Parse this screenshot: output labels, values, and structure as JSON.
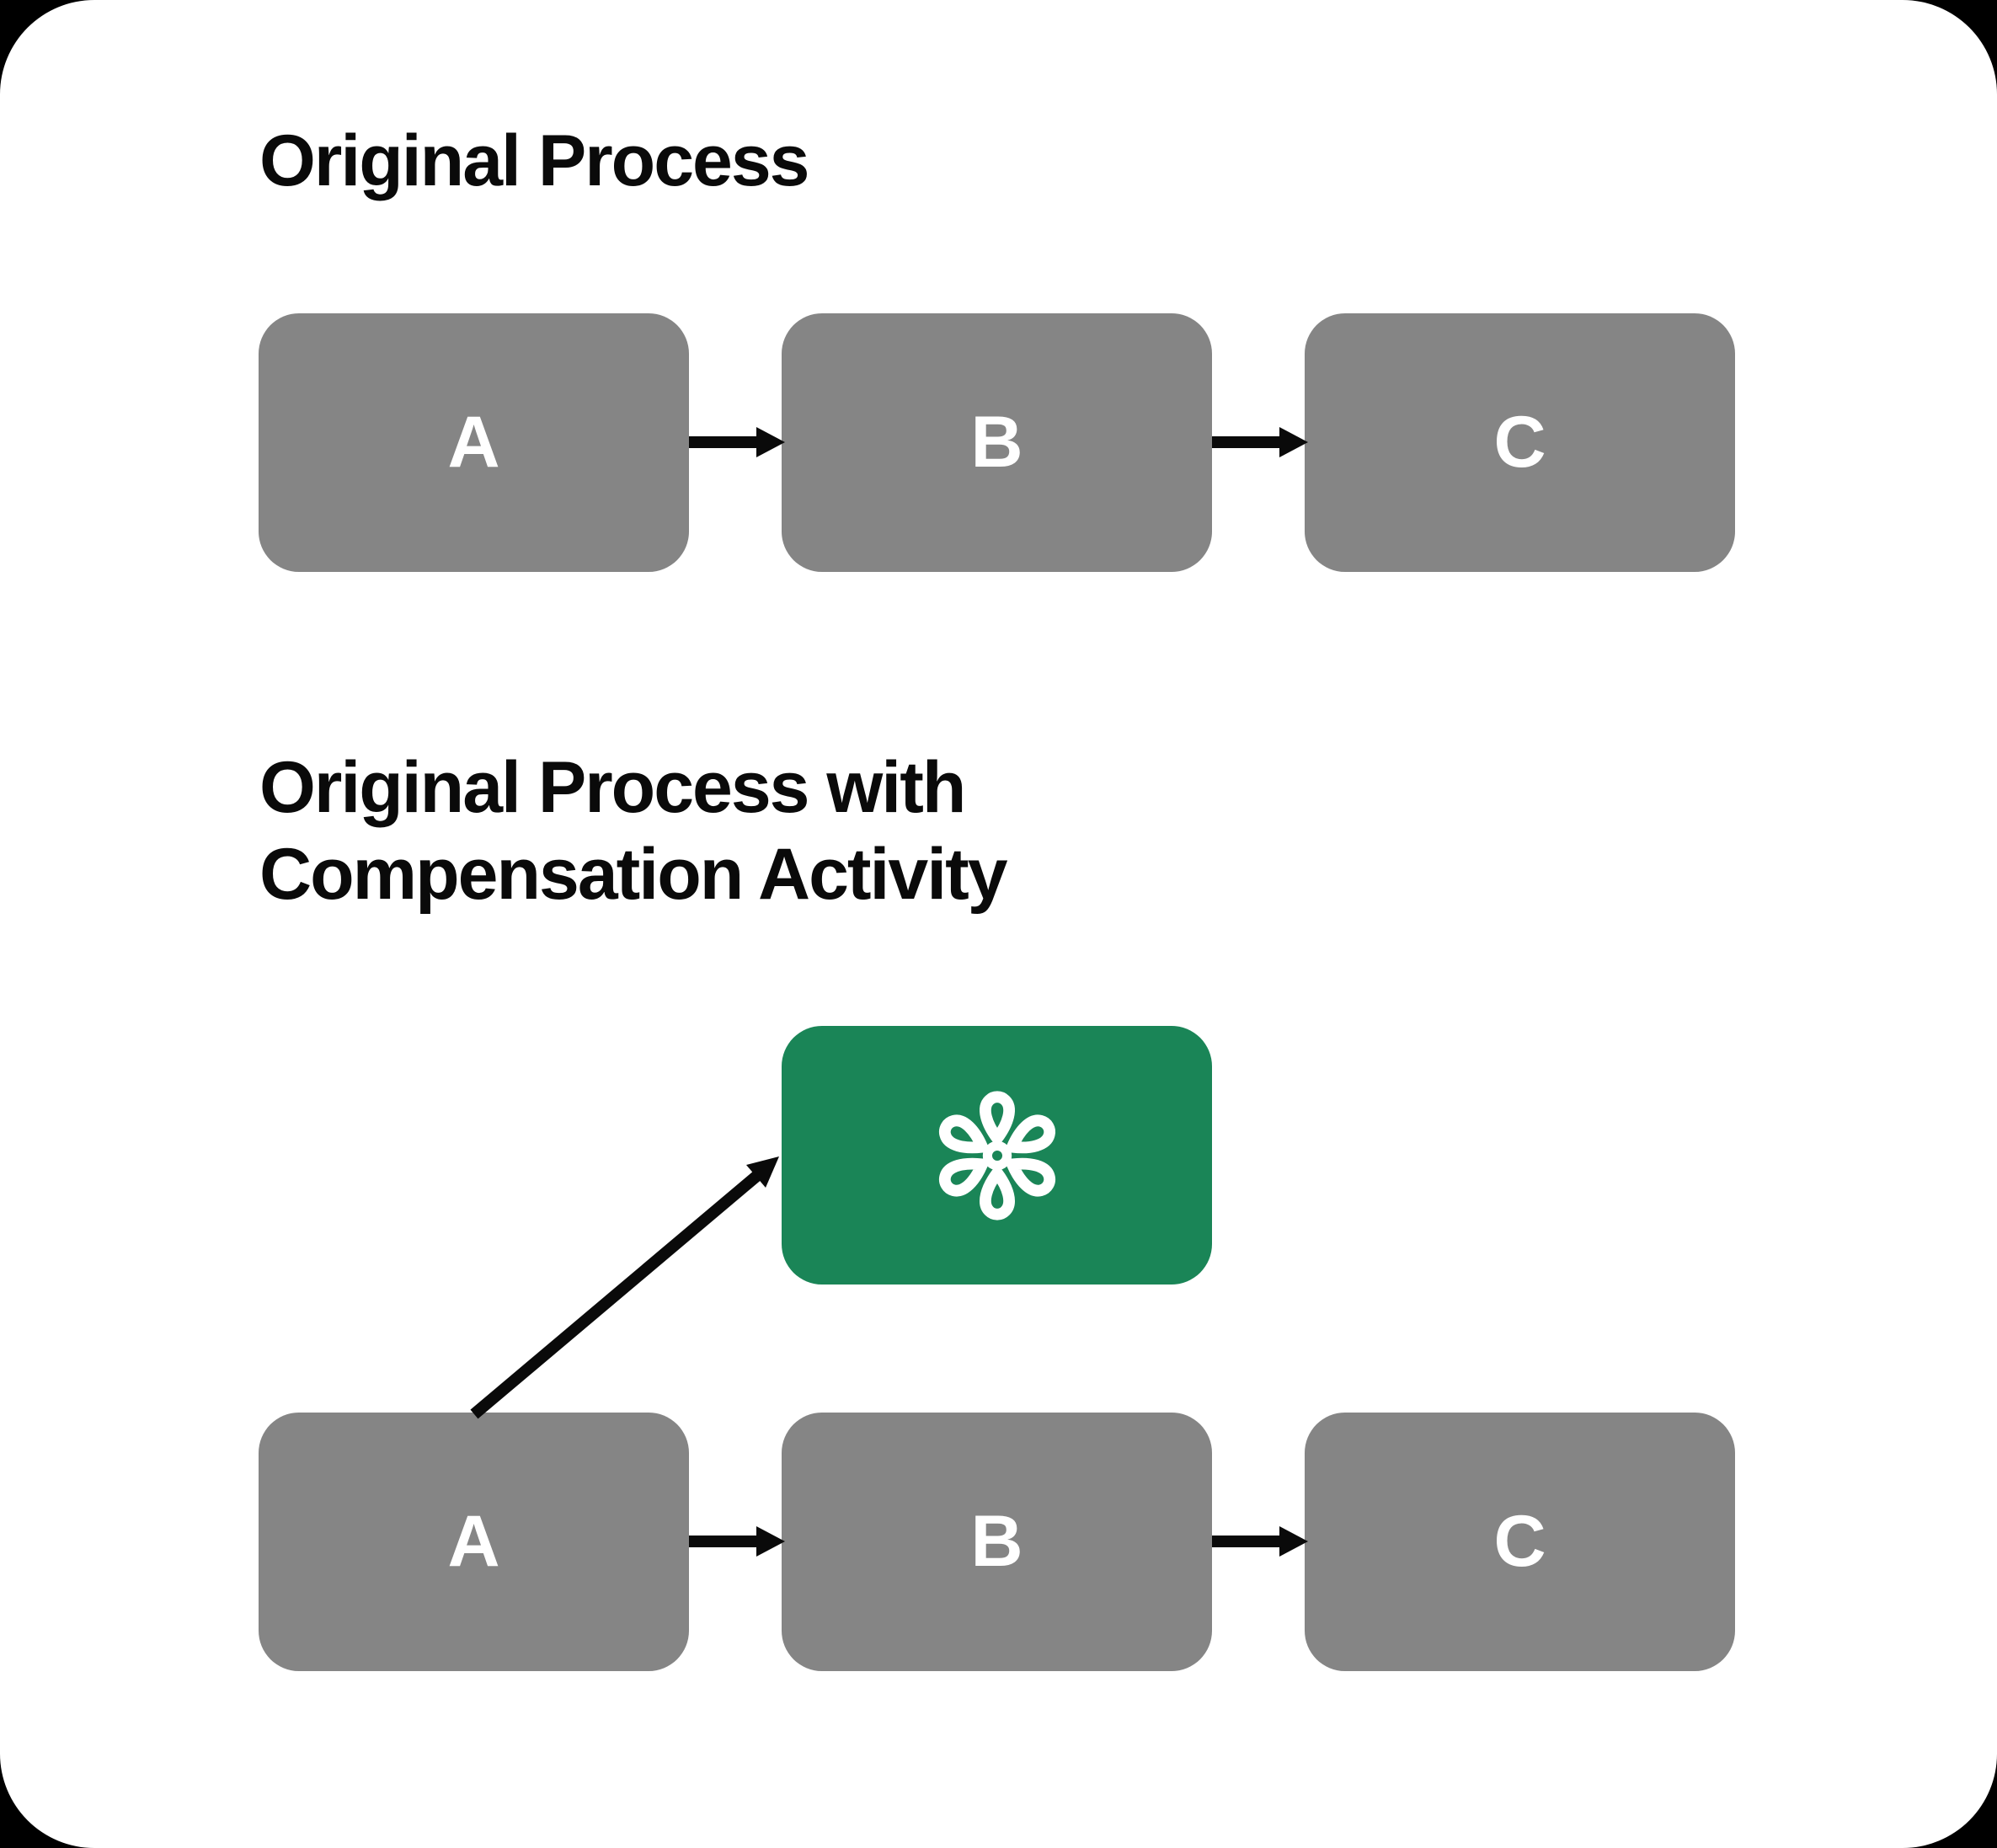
{
  "page": {
    "canvas_background": "#000000",
    "card_background": "#ffffff"
  },
  "colors": {
    "box_gray": "#858585",
    "compensation_green": "#1A8557",
    "arrow": "#0a0a0a",
    "box_label": "#ffffff",
    "title": "#0a0a0a"
  },
  "diagram_top": {
    "title": "Original Process",
    "boxes": [
      {
        "label": "A"
      },
      {
        "label": "B"
      },
      {
        "label": "C"
      }
    ],
    "connections": [
      "A→B",
      "B→C"
    ]
  },
  "diagram_bottom": {
    "title_line1": "Original Process with",
    "title_line2": "Compensation Activity",
    "boxes": [
      {
        "label": "A"
      },
      {
        "label": "B"
      },
      {
        "label": "C"
      }
    ],
    "compensation_activity": {
      "icon": "flower-icon"
    },
    "connections": [
      "A→B",
      "B→C",
      "A→compensation-activity"
    ]
  }
}
